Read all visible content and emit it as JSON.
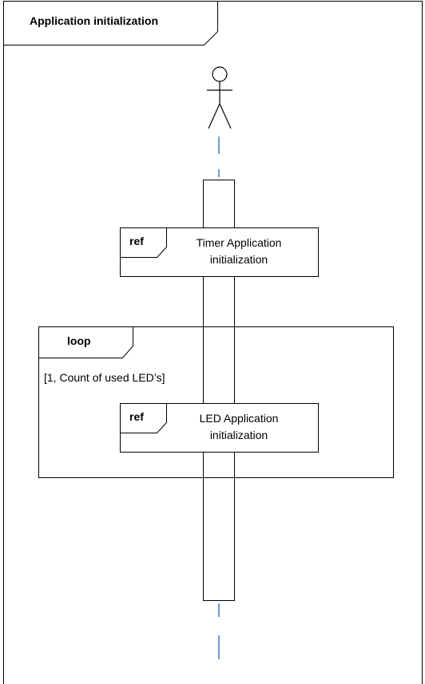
{
  "frame": {
    "title": "Application initialization"
  },
  "lifeline": {
    "actor": "actor-stick-figure",
    "dash_color": "#2E75B6"
  },
  "ref_timer": {
    "tag": "ref",
    "text_line1": "Timer Application",
    "text_line2": "initialization"
  },
  "loop": {
    "tag": "loop",
    "guard": "[1, Count of used LED’s]"
  },
  "ref_led": {
    "tag": "ref",
    "text_line1": "LED Application",
    "text_line2": "initialization"
  }
}
